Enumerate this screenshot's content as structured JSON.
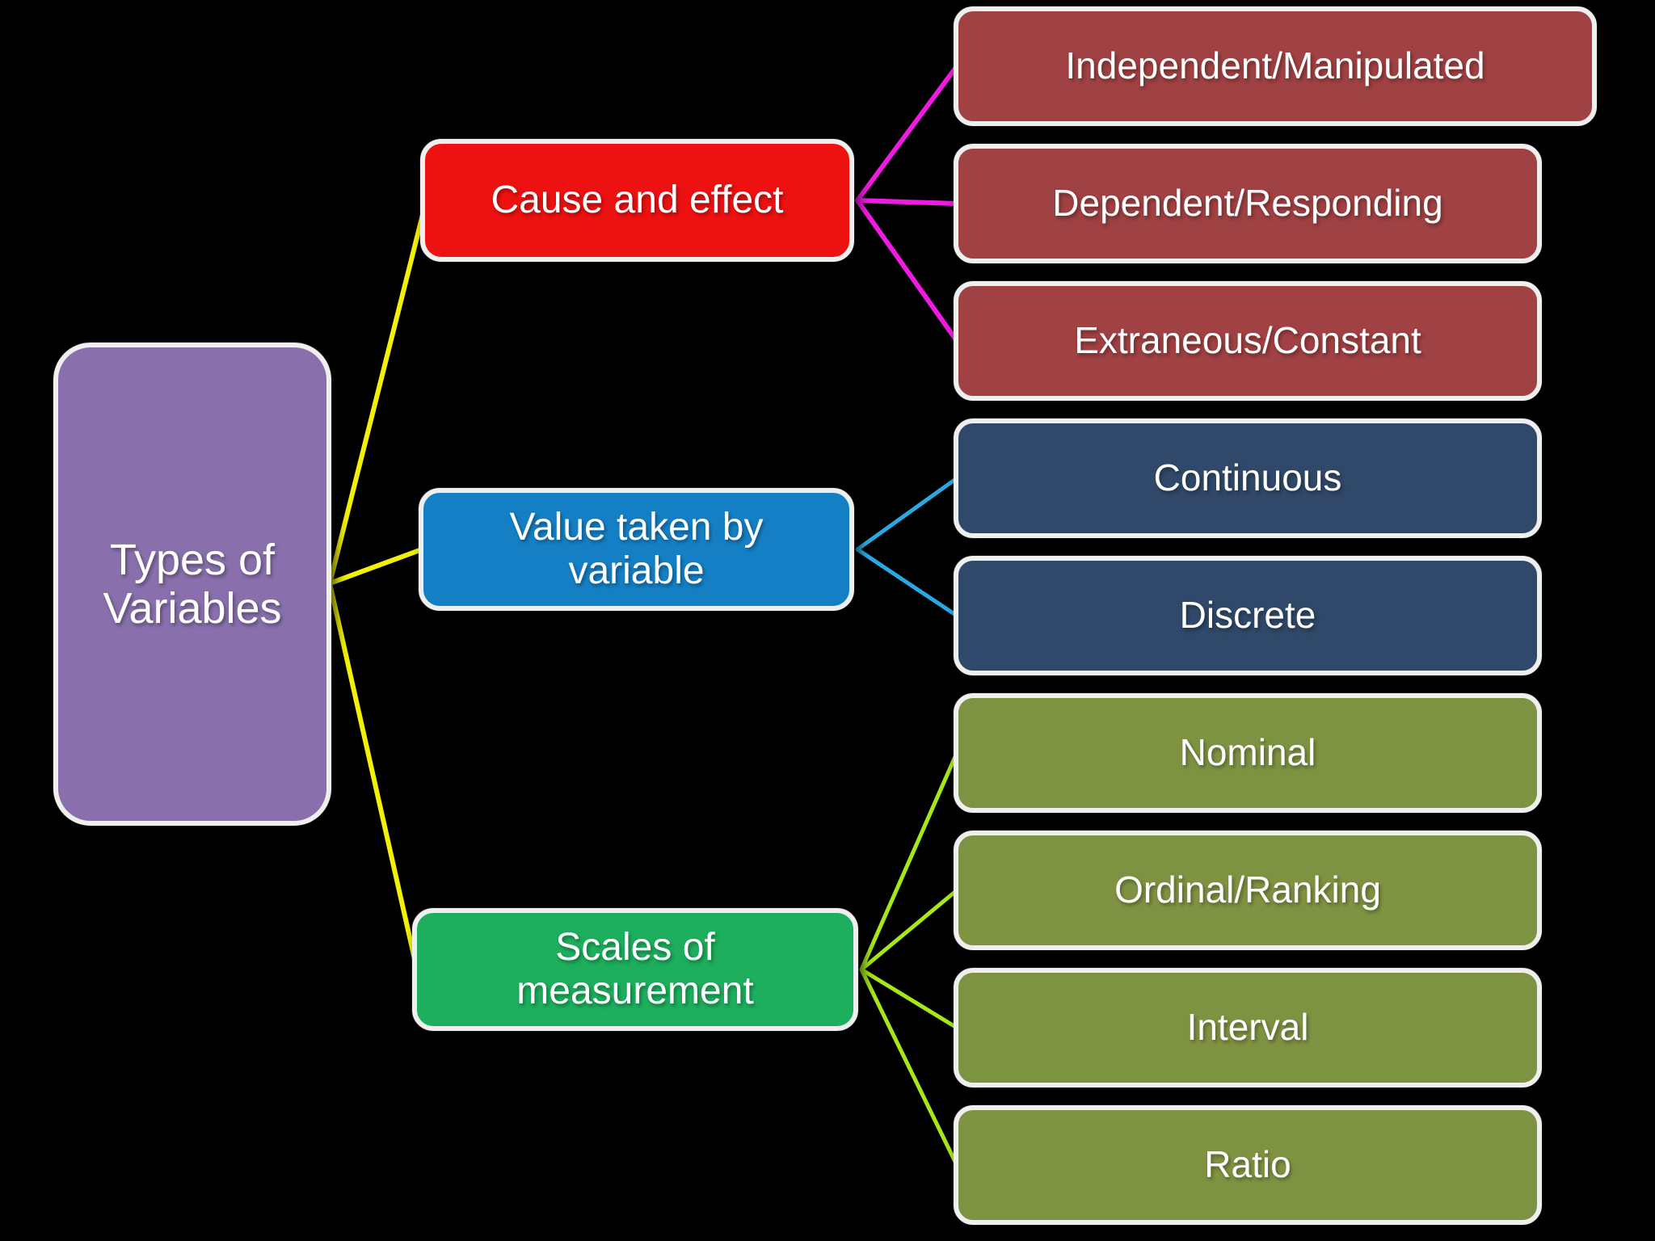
{
  "title": "Types of Variables diagram",
  "colors": {
    "bg": "#000000",
    "text": "#FFFFFF",
    "box_border": "#EFEFEF",
    "root_fill": "#8970AD",
    "cause_fill": "#EE1111",
    "cause_child_fill": "#A04143",
    "value_fill": "#157FC5",
    "value_child_fill": "#30496A",
    "scales_fill": "#1DAF5D",
    "scales_child_fill": "#7E9342",
    "line_root": "#F2F007",
    "line_cause": "#F01BE0",
    "line_value": "#29A9E1",
    "line_scales": "#A6E718"
  },
  "tree": {
    "root": {
      "label": "Types of Variables"
    },
    "branches": [
      {
        "label": "Cause and effect",
        "children": [
          {
            "label": "Independent/Manipulated"
          },
          {
            "label": "Dependent/Responding"
          },
          {
            "label": "Extraneous/Constant"
          }
        ]
      },
      {
        "label": "Value taken by variable",
        "children": [
          {
            "label": "Continuous"
          },
          {
            "label": "Discrete"
          }
        ]
      },
      {
        "label": "Scales of measurement",
        "children": [
          {
            "label": "Nominal"
          },
          {
            "label": "Ordinal/Ranking"
          },
          {
            "label": "Interval"
          },
          {
            "label": "Ratio"
          }
        ]
      }
    ]
  }
}
